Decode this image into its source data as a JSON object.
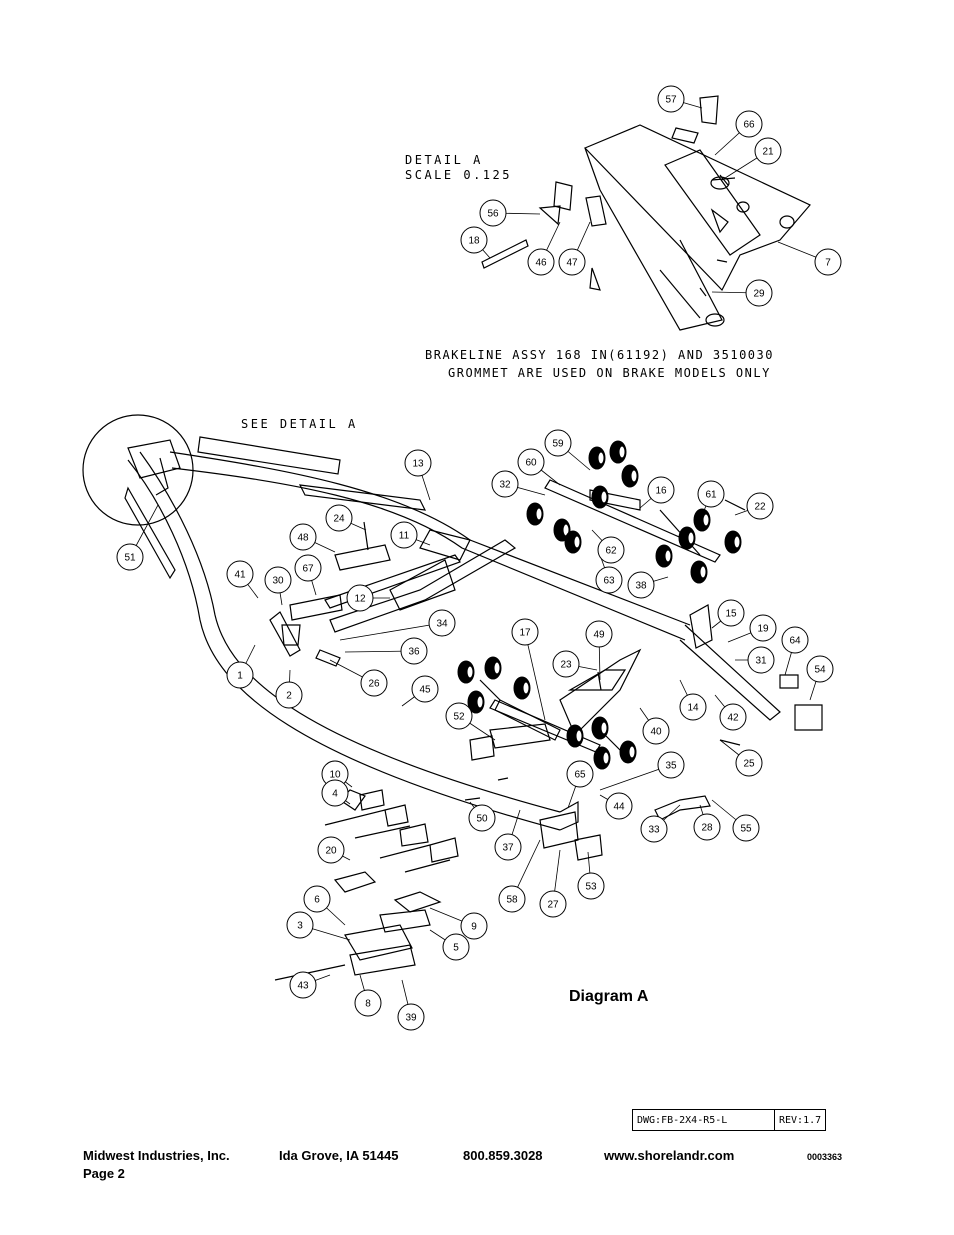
{
  "detail": {
    "title": "DETAIL  A",
    "scale": "SCALE  0.125",
    "note_line1": "BRAKELINE ASSY 168 IN(61192) AND 3510030",
    "note_line2": "GROMMET ARE USED ON BRAKE MODELS ONLY"
  },
  "main": {
    "see_detail": "SEE DETAIL  A",
    "diagram_title": "Diagram A"
  },
  "callouts": [
    "57",
    "66",
    "21",
    "56",
    "18",
    "46",
    "47",
    "7",
    "29",
    "13",
    "59",
    "60",
    "32",
    "16",
    "61",
    "22",
    "62",
    "63",
    "38",
    "24",
    "11",
    "48",
    "67",
    "41",
    "30",
    "51",
    "12",
    "34",
    "36",
    "1",
    "2",
    "26",
    "45",
    "15",
    "19",
    "64",
    "31",
    "54",
    "17",
    "49",
    "23",
    "14",
    "42",
    "52",
    "40",
    "25",
    "35",
    "65",
    "44",
    "33",
    "28",
    "55",
    "10",
    "4",
    "50",
    "20",
    "37",
    "53",
    "58",
    "27",
    "6",
    "9",
    "3",
    "5",
    "43",
    "8",
    "39"
  ],
  "title_block": {
    "dwg": "DWG:FB-2X4-R5-L",
    "rev": "REV:1.7"
  },
  "footer": {
    "company": "Midwest Industries, Inc.",
    "city": "Ida Grove, IA  51445",
    "phone": "800.859.3028",
    "website": "www.shorelandr.com",
    "doc_code": "0003363",
    "page": "Page 2"
  }
}
